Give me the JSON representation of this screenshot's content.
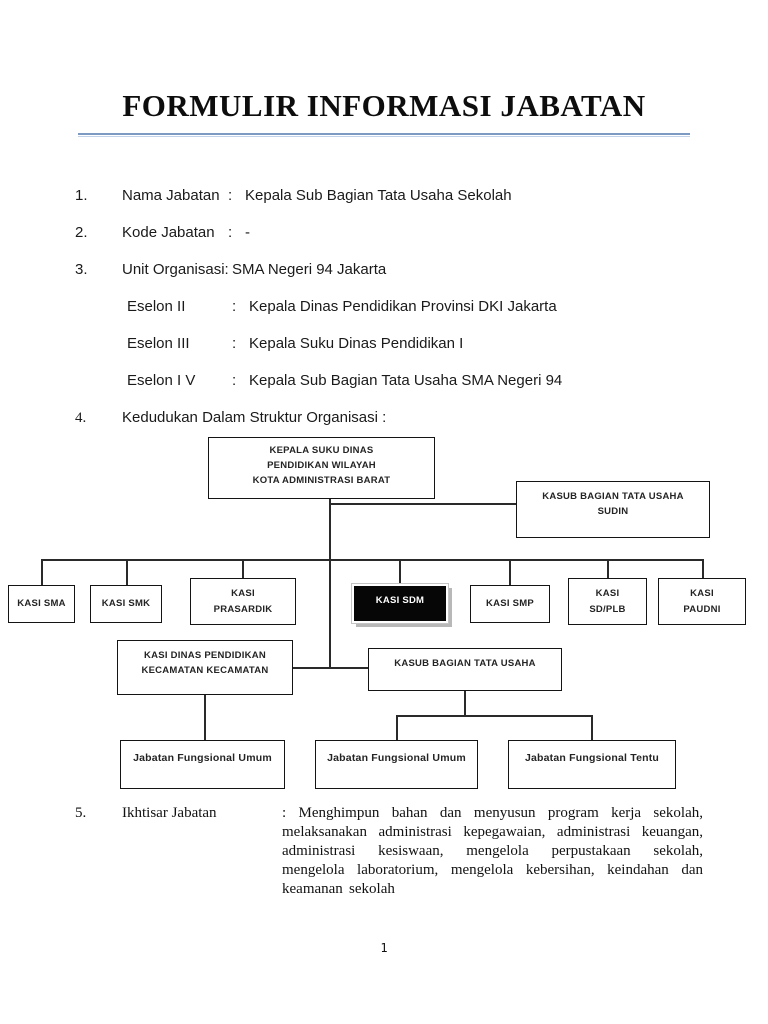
{
  "page": {
    "title": "FORMULIR INFORMASI JABATAN",
    "page_number": "1",
    "accent_rule_colors": {
      "top": "#7d9ac2",
      "bottom": "#c3d2e8"
    }
  },
  "form": {
    "item1": {
      "num": "1.",
      "label": "Nama Jabatan",
      "colon": ":",
      "value": "Kepala Sub Bagian Tata Usaha Sekolah"
    },
    "item2": {
      "num": "2.",
      "label": "Kode Jabatan",
      "colon": ":",
      "value": "-"
    },
    "item3": {
      "num": "3.",
      "label": "Unit Organisasi:",
      "colon": "",
      "value": "SMA Negeri 94 Jakarta"
    },
    "eselon": [
      {
        "label": "Eselon II",
        "colon": ":",
        "value": "Kepala Dinas Pendidikan Provinsi DKI Jakarta"
      },
      {
        "label": "Eselon III",
        "colon": ":",
        "value": "Kepala Suku Dinas Pendidikan I"
      },
      {
        "label": "Eselon I V",
        "colon": ":",
        "value": "Kepala Sub Bagian Tata Usaha SMA Negeri 94"
      }
    ],
    "item4": {
      "num": "4.",
      "label": "Kedudukan Dalam Struktur Organisasi :"
    },
    "item5": {
      "num": "5.",
      "label": "Ikhtisar Jabatan",
      "value": ": Menghimpun bahan dan menyusun program kerja sekolah, melaksanakan administrasi kepegawaian, administrasi keuangan, administrasi kesiswaan, mengelola perpustakaan sekolah, mengelola laboratorium, mengelola kebersihan, keindahan dan keamanan sekolah"
    }
  },
  "org_chart": {
    "highlight_box_colors": {
      "background": "#060606",
      "text": "#ffffff"
    },
    "boxes": {
      "kepala_suku_dinas": {
        "lines": [
          "KEPALA SUKU DINAS",
          "PENDIDIKAN WILAYAH",
          "KOTA ADMINISTRASI BARAT"
        ]
      },
      "kasub_sudin": {
        "lines": [
          "KASUB BAGIAN TATA USAHA",
          "SUDIN"
        ]
      },
      "kasi_sma": {
        "label": "KASI SMA"
      },
      "kasi_smk": {
        "label": "KASI SMK"
      },
      "kasi_prasardik": {
        "lines": [
          "KASI",
          "PRASARDIK"
        ]
      },
      "kasi_sdm": {
        "label": "KASI SDM"
      },
      "kasi_smp": {
        "label": "KASI SMP"
      },
      "kasi_sd_plb": {
        "lines": [
          "KASI",
          "SD/PLB"
        ]
      },
      "kasi_paudni": {
        "lines": [
          "KASI",
          "PAUDNI"
        ]
      },
      "kasi_dinas_kecamatan": {
        "lines": [
          "KASI DINAS PENDIDIKAN",
          "KECAMATAN KECAMATAN"
        ]
      },
      "kasub_tata_usaha": {
        "label": "KASUB BAGIAN TATA USAHA"
      },
      "jabatan_fungsional_umum_1": {
        "label": "Jabatan Fungsional Umum"
      },
      "jabatan_fungsional_umum_2": {
        "label": "Jabatan Fungsional Umum"
      },
      "jabatan_fungsional_tertentu": {
        "label": "Jabatan Fungsional Tentu"
      }
    }
  }
}
